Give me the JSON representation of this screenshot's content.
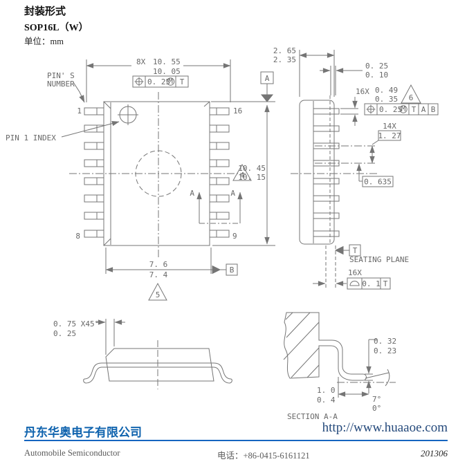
{
  "header": {
    "title": "封装形式",
    "package": "SOP16L（W）",
    "unit": "单位：mm"
  },
  "top_view": {
    "pins_label_line1": "PIN' S",
    "pins_label_line2": "NUMBER",
    "pin1_index_label": "PIN 1 INDEX",
    "pin_1": "1",
    "pin_8": "8",
    "pin_9": "9",
    "pin_16": "16",
    "dim_top_qty": "8X",
    "dim_top_max": "10. 55",
    "dim_top_min": "10. 05",
    "fcf_top": {
      "tol": "0. 25",
      "modifier": "M",
      "datum": "T"
    },
    "datum_a": "A",
    "note_4": "4",
    "dim_right_max": "10. 45",
    "dim_right_min": "10. 15",
    "dim_bottom_max": "7. 6",
    "dim_bottom_min": "7. 4",
    "datum_b": "B",
    "note_5": "5",
    "section_label_left": "A",
    "section_label_right": "A"
  },
  "side_view": {
    "dim_body_max": "2. 65",
    "dim_body_min": "2. 35",
    "dim_gap_max": "0. 25",
    "dim_gap_min": "0. 10",
    "lead_qty": "16X",
    "lead_w_max": "0. 49",
    "lead_w_min": "0. 35",
    "note_6": "6",
    "fcf": {
      "tol": "0. 25",
      "modifier": "M",
      "datum1": "T",
      "datum2": "A",
      "datum3": "B"
    },
    "pitch_qty": "14X",
    "pitch": "1. 27",
    "half_pitch": "0. 635",
    "datum_t": "T",
    "seating_plane": "SEATING PLANE",
    "copl_qty": "16X",
    "copl_tol": "0. 1",
    "copl_datum": "T"
  },
  "front_view": {
    "chamfer_max": "0. 75 X45°",
    "chamfer_min": "0. 25"
  },
  "section_view": {
    "thick_max": "0. 32",
    "thick_min": "0. 23",
    "foot_max": "1. 0",
    "foot_min": "0. 4",
    "angle_max": "7°",
    "angle_min": "0°",
    "label": "SECTION A-A"
  },
  "footer": {
    "company": "丹东华奥电子有限公司",
    "website": "http://www.huaaoe.com",
    "tagline": "Automobile Semiconductor",
    "phone": "电话：+86-0415-6161121",
    "docnum": "201306"
  },
  "colors": {
    "accent_blue": "#1565c0",
    "line_gray": "#757575"
  }
}
